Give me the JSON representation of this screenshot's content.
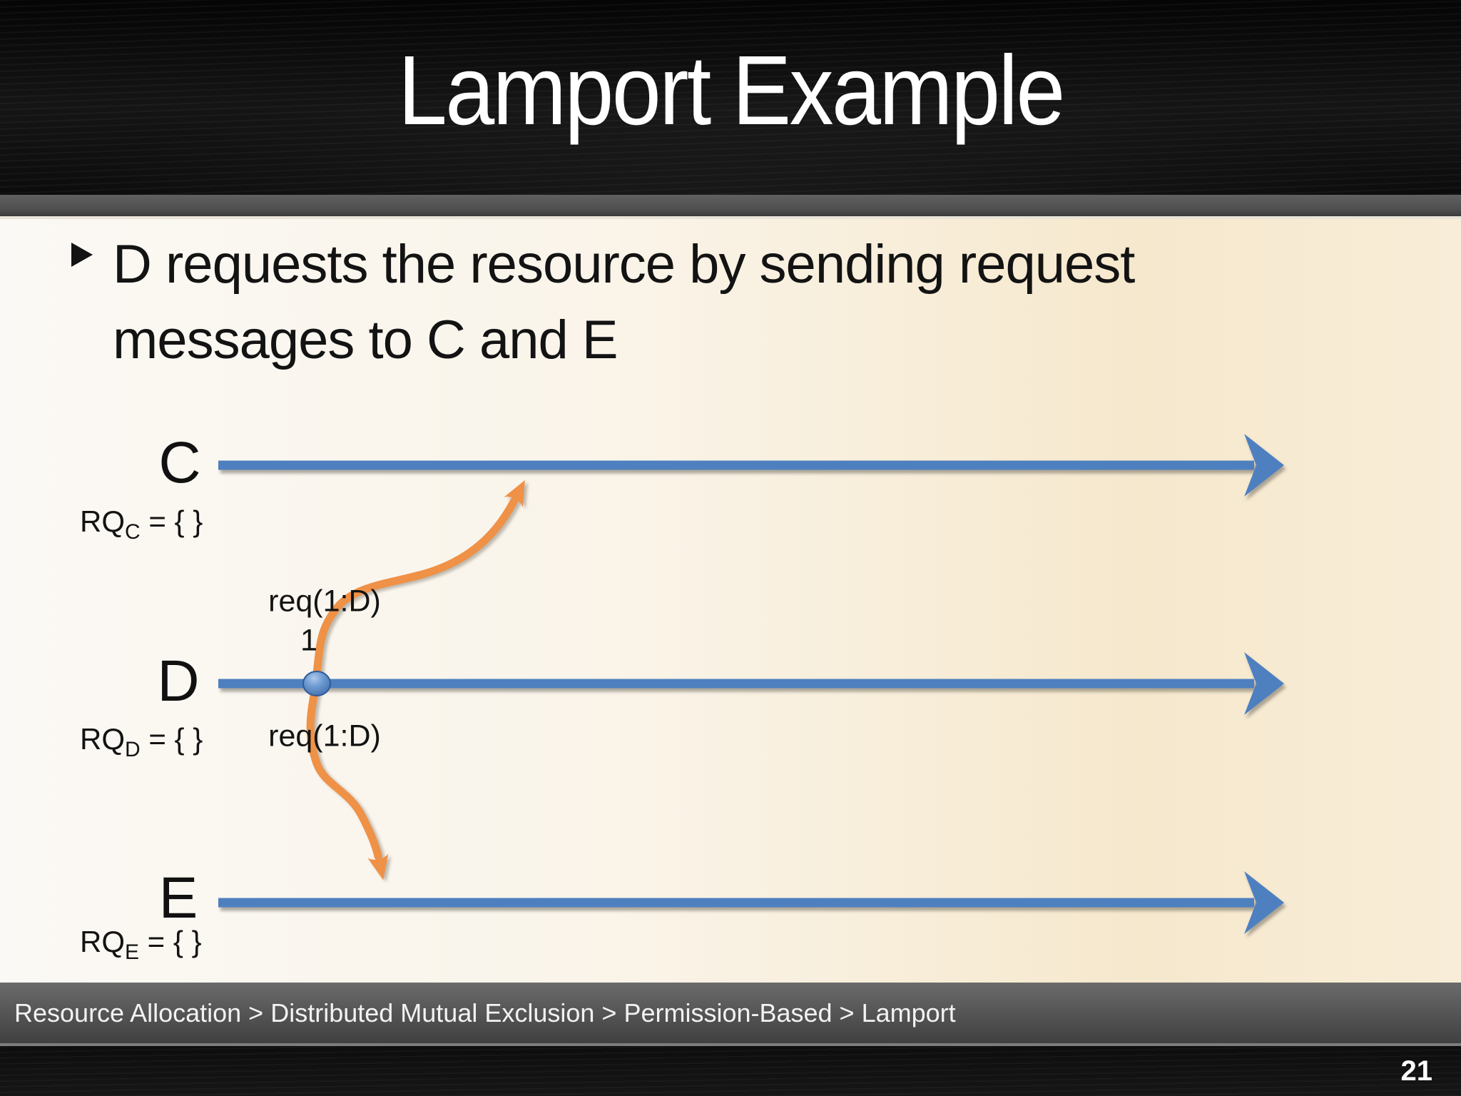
{
  "header": {
    "title": "Lamport Example"
  },
  "bullet": {
    "marker_icon": "right-triangle",
    "lines": [
      "D requests the resource by sending request",
      "messages to C and E"
    ]
  },
  "diagram": {
    "processes": [
      {
        "name": "C",
        "queue_base": "RQ",
        "queue_sub": "C",
        "queue_rest": " = { }"
      },
      {
        "name": "D",
        "queue_base": "RQ",
        "queue_sub": "D",
        "queue_rest": " = { }"
      },
      {
        "name": "E",
        "queue_base": "RQ",
        "queue_sub": "E",
        "queue_rest": " = { }"
      }
    ],
    "event": {
      "clock_value": "1",
      "send_label_to_c": "req(1:D)",
      "send_label_to_e": "req(1:D)"
    }
  },
  "footer": {
    "breadcrumb": "Resource Allocation > Distributed Mutual Exclusion > Permission-Based > Lamport",
    "page_number": "21"
  },
  "colors": {
    "timeline_blue": "#4e80bf",
    "message_orange": "#ef9146",
    "event_dot_blue": "#5b8ac6",
    "slide_text": "#151515",
    "header_text": "#ffffff",
    "footer_text": "#f2f2f2"
  }
}
